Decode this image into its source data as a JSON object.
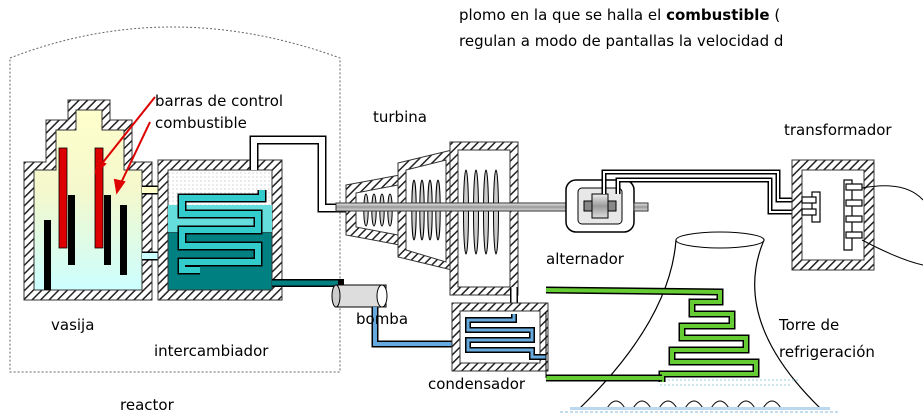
{
  "intro": {
    "line1_start": "plomo en la que se halla el ",
    "line1_bold": "combustible",
    "line1_end": " (",
    "line2": "regulan a modo de pantallas la velocidad d"
  },
  "labels": {
    "barras": "barras de control",
    "combustible": "combustible",
    "turbina": "turbina",
    "transformador": "transformador",
    "alternador": "alternador",
    "vasija": "vasija",
    "bomba": "bomba",
    "intercambiador": "intercambiador",
    "torre_line1": "Torre de",
    "torre_line2": "refrigeración",
    "condensador": "condensador",
    "reactor": "reactor"
  },
  "colors": {
    "vessel_fill": "#ffffcc",
    "vessel_water": "#ccffff",
    "control_rod": "#dd0000",
    "fuel_rod": "#000000",
    "exchanger_water": "#008080",
    "exchanger_coil": "#33cccc",
    "tower_coil": "#66cc33",
    "hatch": "#333333"
  }
}
